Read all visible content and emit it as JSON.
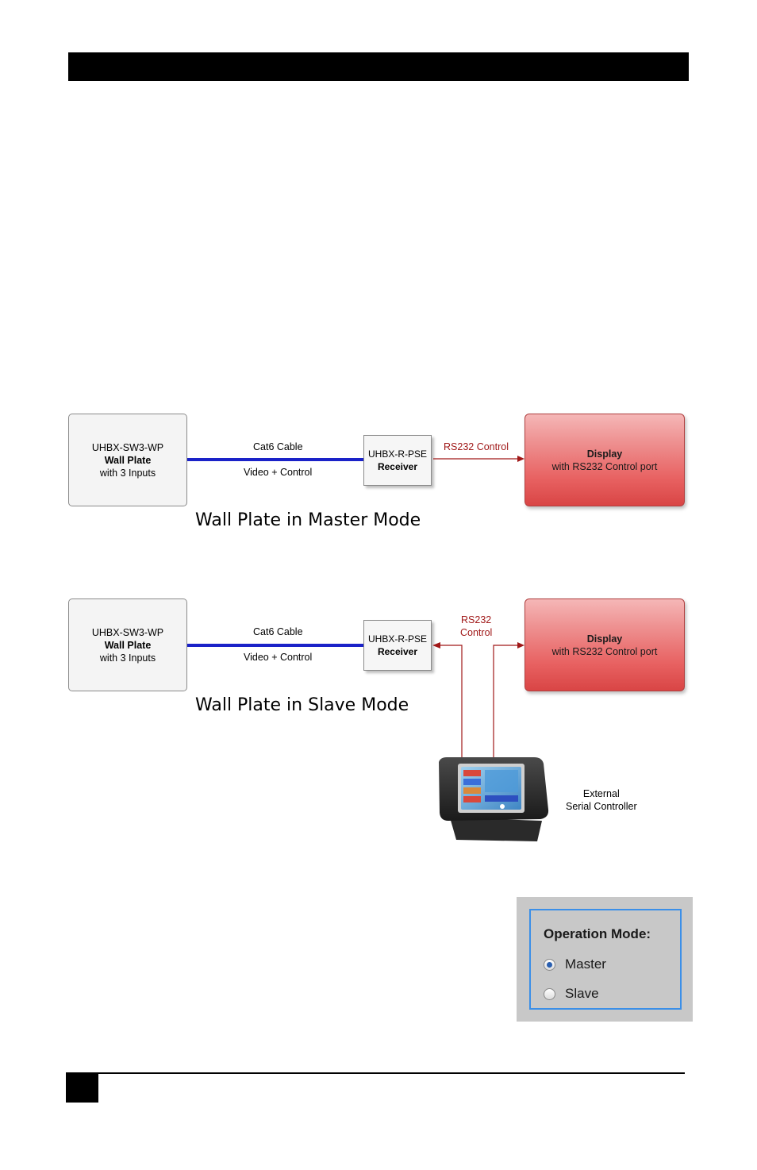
{
  "diagram_master": {
    "wallplate": {
      "model": "UHBX-SW3-WP",
      "name": "Wall Plate",
      "desc": "with 3 Inputs"
    },
    "cable_top": "Cat6 Cable",
    "cable_bottom": "Video + Control",
    "receiver": {
      "model": "UHBX-R-PSE",
      "name": "Receiver"
    },
    "rs232_label": "RS232 Control",
    "display": {
      "name": "Display",
      "desc": "with RS232 Control port"
    },
    "caption": "Wall Plate in Master Mode"
  },
  "diagram_slave": {
    "wallplate": {
      "model": "UHBX-SW3-WP",
      "name": "Wall Plate",
      "desc": "with 3 Inputs"
    },
    "cable_top": "Cat6 Cable",
    "cable_bottom": "Video + Control",
    "receiver": {
      "model": "UHBX-R-PSE",
      "name": "Receiver"
    },
    "rs232_line1": "RS232",
    "rs232_line2": "Control",
    "display": {
      "name": "Display",
      "desc": "with RS232 Control port"
    },
    "caption": "Wall Plate in Slave Mode",
    "controller_line1": "External",
    "controller_line2": "Serial Controller"
  },
  "operation_mode": {
    "title": "Operation Mode:",
    "options": [
      {
        "label": "Master",
        "selected": true
      },
      {
        "label": "Slave",
        "selected": false
      }
    ]
  },
  "colors": {
    "cable": "#1a22c8",
    "rs232": "#a01818",
    "display": "#e86262",
    "panel_border": "#3b8fe8"
  }
}
